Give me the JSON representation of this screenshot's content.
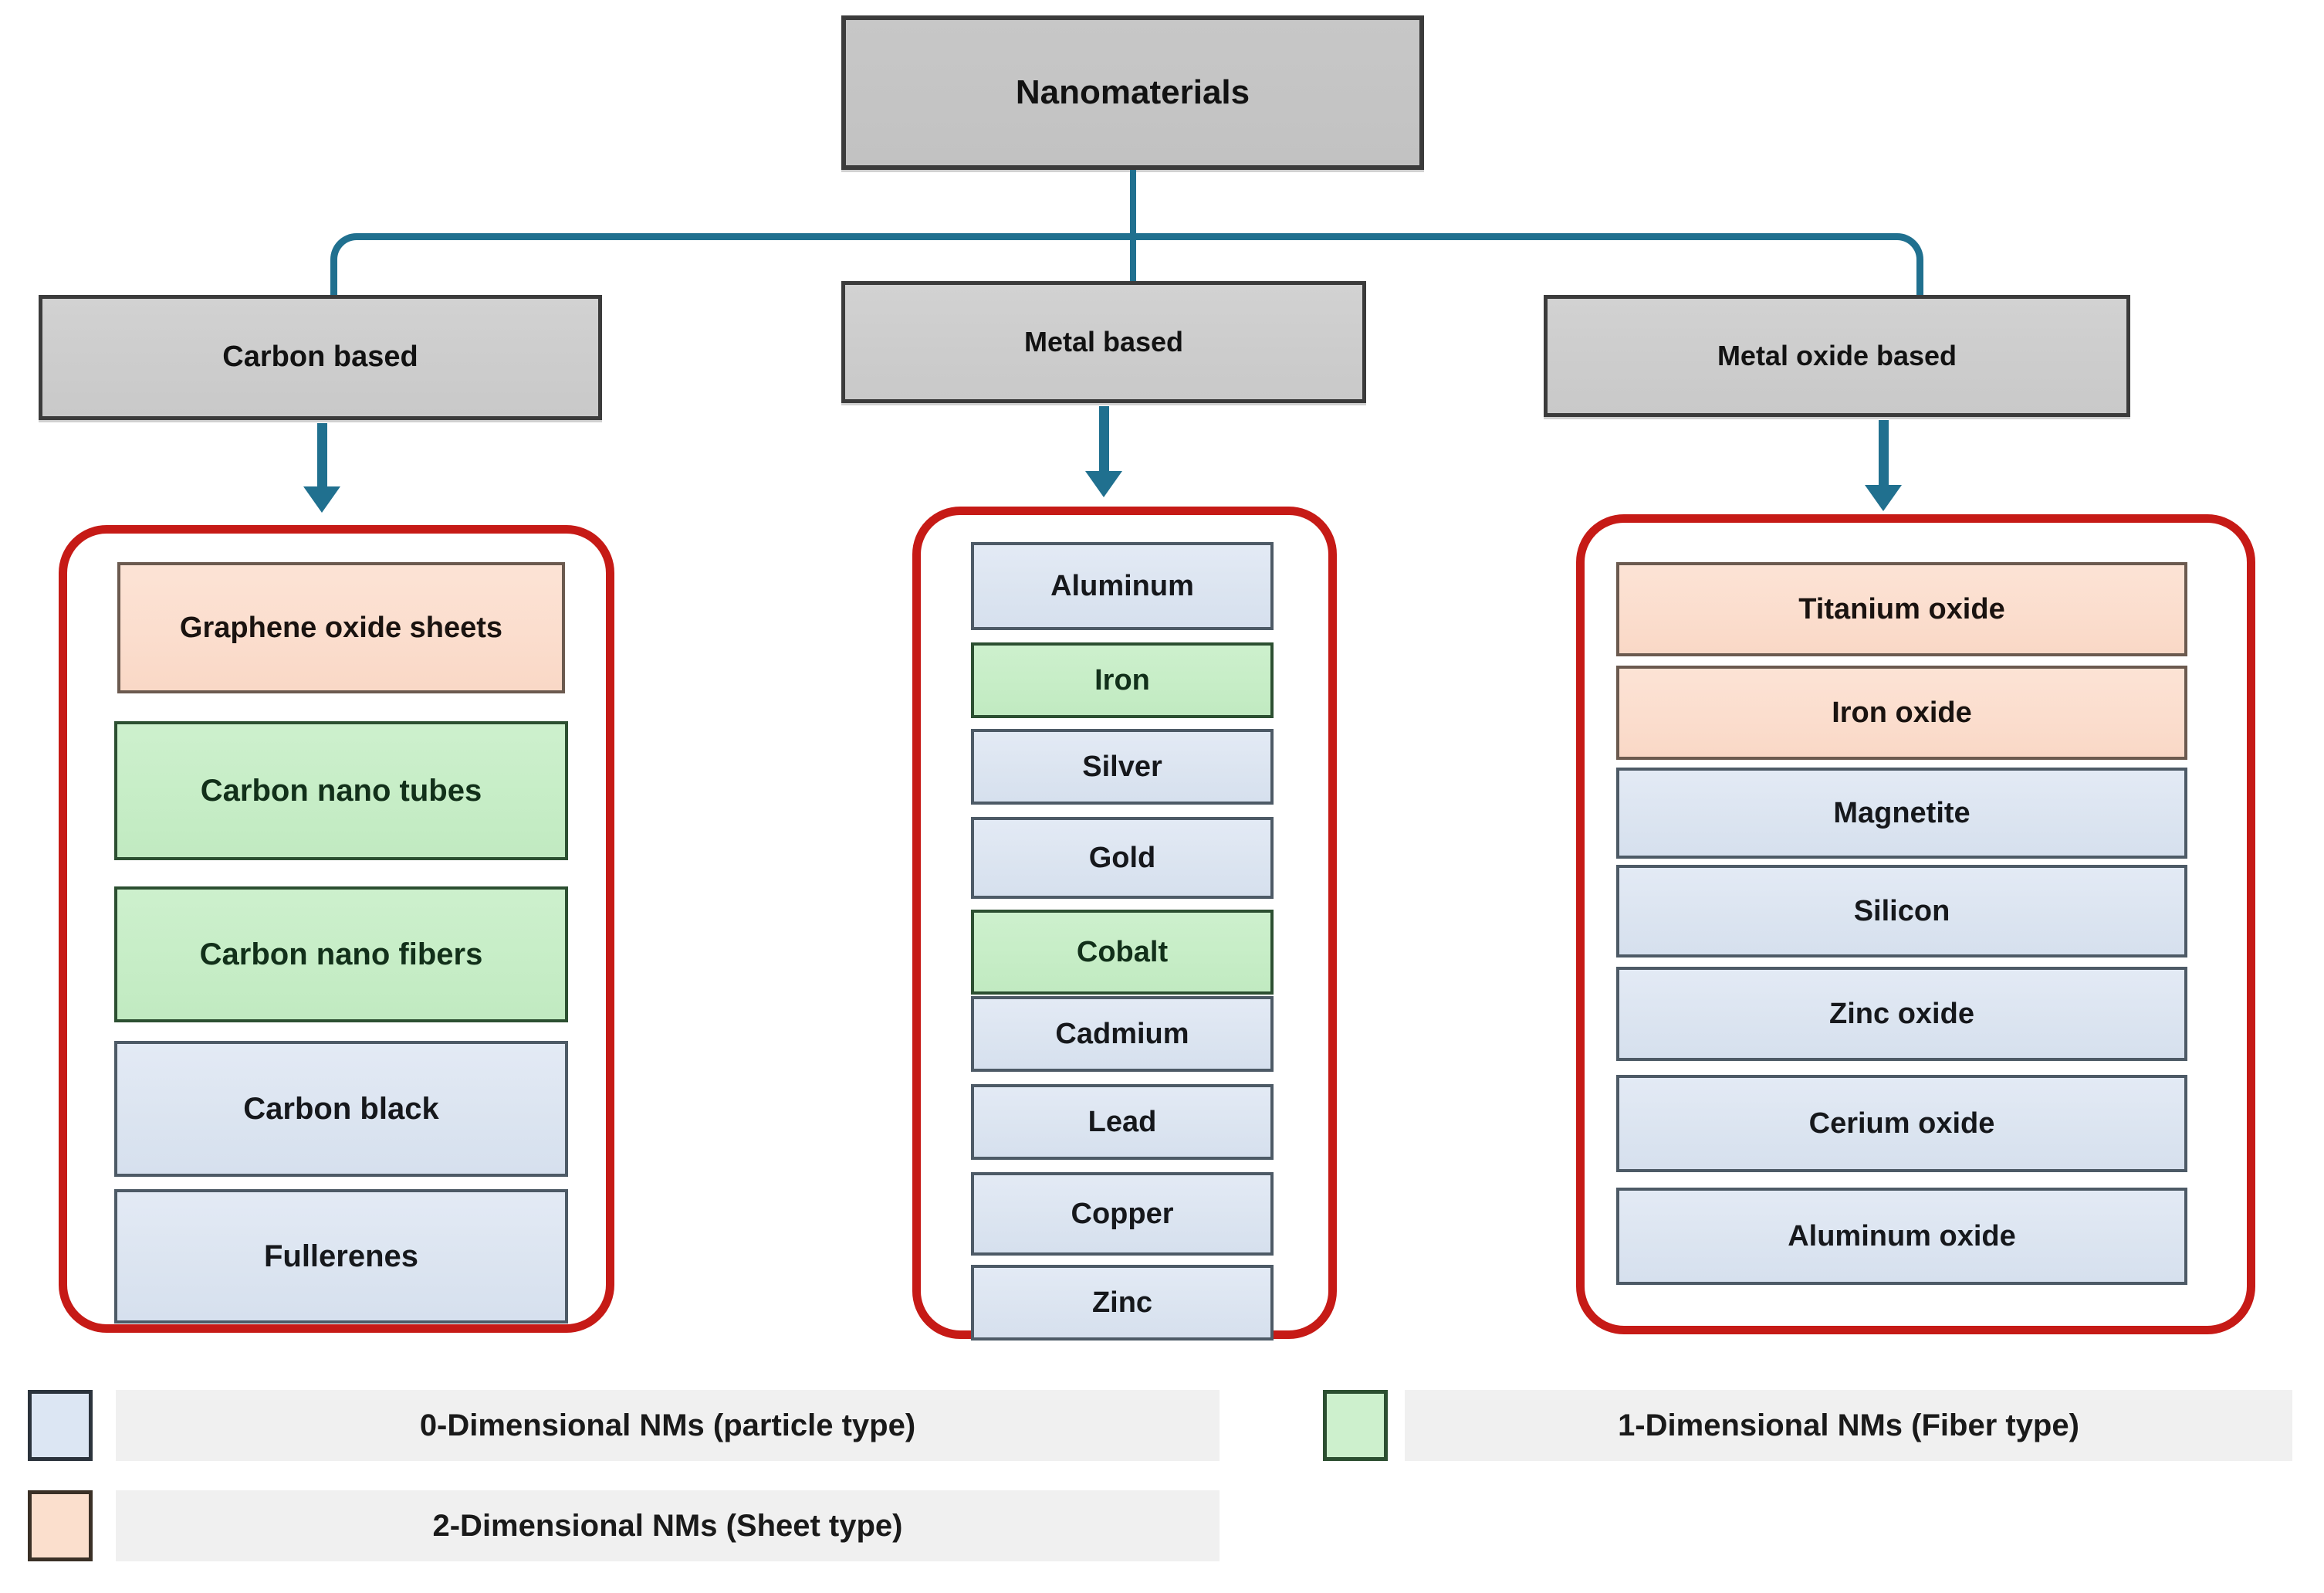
{
  "diagram": {
    "root": {
      "label": "Nanomaterials"
    },
    "categories": [
      {
        "label": "Carbon based"
      },
      {
        "label": "Metal based"
      },
      {
        "label": "Metal oxide based"
      }
    ],
    "groups": [
      {
        "name": "carbon-based-group",
        "items": [
          {
            "label": "Graphene oxide sheets",
            "type": "peach"
          },
          {
            "label": "Carbon nano tubes",
            "type": "green"
          },
          {
            "label": "Carbon nano fibers",
            "type": "green"
          },
          {
            "label": "Carbon black",
            "type": "blue"
          },
          {
            "label": "Fullerenes",
            "type": "blue"
          }
        ]
      },
      {
        "name": "metal-based-group",
        "items": [
          {
            "label": "Aluminum",
            "type": "blue"
          },
          {
            "label": "Iron",
            "type": "green"
          },
          {
            "label": "Silver",
            "type": "blue"
          },
          {
            "label": "Gold",
            "type": "blue"
          },
          {
            "label": "Cobalt",
            "type": "green"
          },
          {
            "label": "Cadmium",
            "type": "blue"
          },
          {
            "label": "Lead",
            "type": "blue"
          },
          {
            "label": "Copper",
            "type": "blue"
          },
          {
            "label": "Zinc",
            "type": "blue"
          }
        ]
      },
      {
        "name": "metal-oxide-based-group",
        "items": [
          {
            "label": "Titanium oxide",
            "type": "peach"
          },
          {
            "label": "Iron oxide",
            "type": "peach"
          },
          {
            "label": "Magnetite",
            "type": "blue"
          },
          {
            "label": "Silicon",
            "type": "blue"
          },
          {
            "label": "Zinc oxide",
            "type": "blue"
          },
          {
            "label": "Cerium oxide",
            "type": "blue"
          },
          {
            "label": "Aluminum oxide",
            "type": "blue"
          }
        ]
      }
    ]
  },
  "legend": [
    {
      "swatch": "blue",
      "label": "0-Dimensional NMs (particle type)"
    },
    {
      "swatch": "green",
      "label": "1-Dimensional NMs (Fiber type)"
    },
    {
      "swatch": "peach",
      "label": "2-Dimensional NMs (Sheet type)"
    }
  ],
  "colors": {
    "connector": "#20708f",
    "group_ring": "#c61a16",
    "blue_fill": "#dce5f1",
    "green_fill": "#cceecc",
    "peach_fill": "#fbe0d0",
    "gray_fill": "#cdcdcd"
  }
}
